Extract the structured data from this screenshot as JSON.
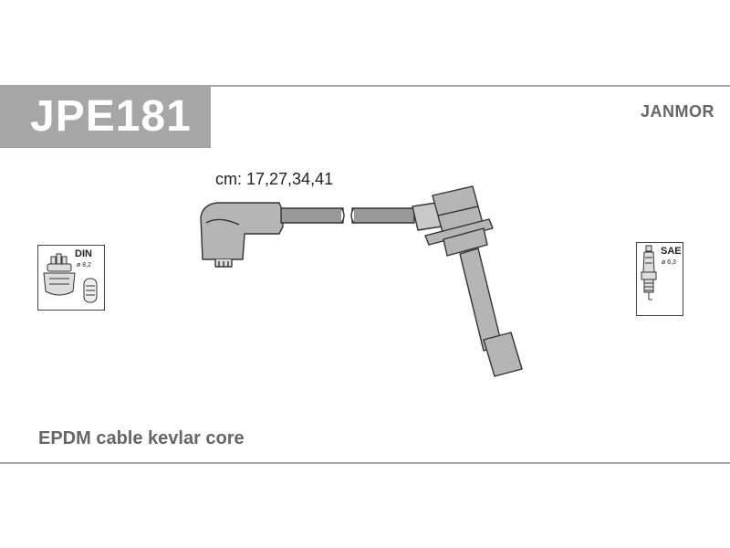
{
  "header": {
    "product_code": "JPE181",
    "brand": "JANMOR"
  },
  "cable": {
    "lengths_label": "cm: 17,27,34,41"
  },
  "connectors": {
    "din": {
      "label": "DIN",
      "diameter": "ø 8,2"
    },
    "sae": {
      "label": "SAE",
      "diameter": "ø 6,3"
    }
  },
  "footer": {
    "description": "EPDM cable kevlar core"
  },
  "colors": {
    "header_band": "#a6a6a6",
    "part_fill": "#b5b5b5",
    "outline": "#333333"
  }
}
